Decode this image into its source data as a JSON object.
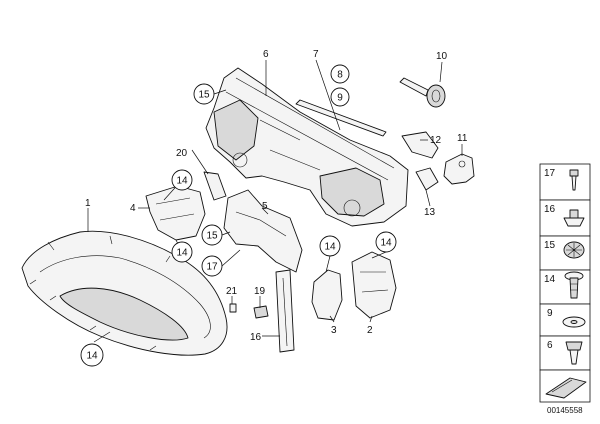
{
  "callouts": {
    "c1": "1",
    "c2": "2",
    "c3": "3",
    "c4": "4",
    "c5": "5",
    "c6": "6",
    "c7": "7",
    "c8": "8",
    "c9": "9",
    "c10": "10",
    "c11": "11",
    "c12": "12",
    "c13": "13",
    "c14a": "14",
    "c14b": "14",
    "c14c": "14",
    "c14d": "14",
    "c14e": "14",
    "c15a": "15",
    "c15b": "15",
    "c16": "16",
    "c17": "17",
    "c19": "19",
    "c20": "20",
    "c21": "21"
  },
  "side_panel": {
    "items": [
      "17",
      "16",
      "15",
      "14",
      "9",
      "6"
    ]
  },
  "diagram_code": "00145558"
}
